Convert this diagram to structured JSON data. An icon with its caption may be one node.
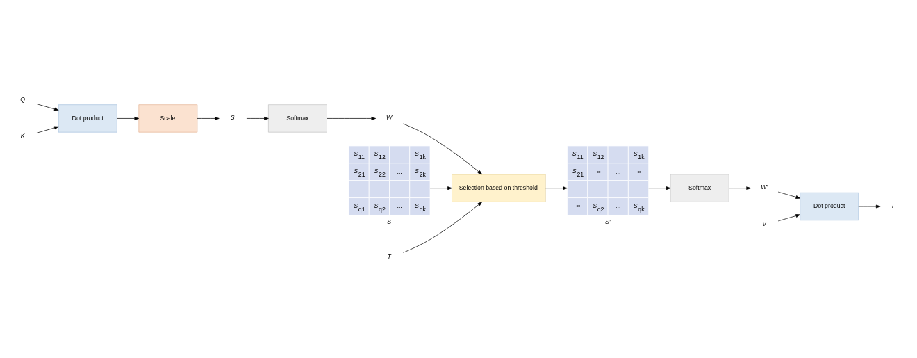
{
  "diagram": {
    "nodes": [
      {
        "text": [
          "Q"
        ]
      },
      {
        "text": [
          "K"
        ]
      },
      {
        "text": [
          "Dot product"
        ]
      },
      {
        "text": [
          "Scale"
        ]
      },
      {
        "text": [
          "S"
        ]
      },
      {
        "text": [
          "Softmax"
        ]
      },
      {
        "text": [
          "W"
        ]
      },
      {
        "text": [
          "*S*$_{11}$",
          "*S*$_{12}$",
          "...",
          "*S*$_{1k}$",
          "*S*$_{21}$",
          "-∞",
          "...",
          "-∞",
          "...",
          "...",
          "...",
          "...",
          "-∞",
          "*S*$_{q2}$",
          "...",
          "*S*$_{qk}$"
        ],
        "beside": [
          "S′"
        ]
      },
      {
        "text": [
          "Selection based on threshold"
        ]
      },
      {
        "text": [
          "*S*$_{11}$",
          "*S*$_{12}$",
          "...",
          "*S*$_{1k}$",
          "*S*$_{21}$",
          "*S*$_{22}$",
          "...",
          "*S*$_{2k}$",
          "...",
          "...",
          "...",
          "...",
          "*S*$_{q1}$",
          "*S*$_{q2}$",
          "...",
          "*S*$_{qk}$"
        ],
        "beside": [
          "S"
        ]
      },
      {
        "text": [
          "W′"
        ]
      },
      {
        "text": [
          "Softmax"
        ]
      },
      {
        "text": [
          "T"
        ]
      },
      {
        "text": [
          "V"
        ]
      },
      {
        "text": [
          "Dot product"
        ]
      },
      {
        "text": [
          "F"
        ]
      }
    ],
    "edges": [
      {
        "from": 0,
        "to": 2,
        "arrow": "to"
      },
      {
        "from": 1,
        "to": 2,
        "arrow": "to"
      },
      {
        "from": 2,
        "to": 3,
        "arrow": "to"
      },
      {
        "from": 3,
        "to": 4,
        "arrow": "to"
      },
      {
        "from": 4,
        "to": 5,
        "arrow": "to"
      },
      {
        "from": 5,
        "to": 6,
        "arrow": "to"
      },
      {
        "from": 6,
        "to": 8,
        "arrow": "to"
      },
      {
        "from": 9,
        "to": 8,
        "arrow": "to"
      },
      {
        "from": 12,
        "to": 8,
        "arrow": "to"
      },
      {
        "from": 8,
        "to": 7,
        "arrow": "to"
      },
      {
        "from": 7,
        "to": 11,
        "arrow": "to"
      },
      {
        "from": 11,
        "to": 10,
        "arrow": "to"
      },
      {
        "from": 10,
        "to": 14,
        "arrow": "to"
      },
      {
        "from": 13,
        "to": 14,
        "arrow": "to"
      },
      {
        "from": 14,
        "to": 15,
        "arrow": "to"
      }
    ]
  }
}
